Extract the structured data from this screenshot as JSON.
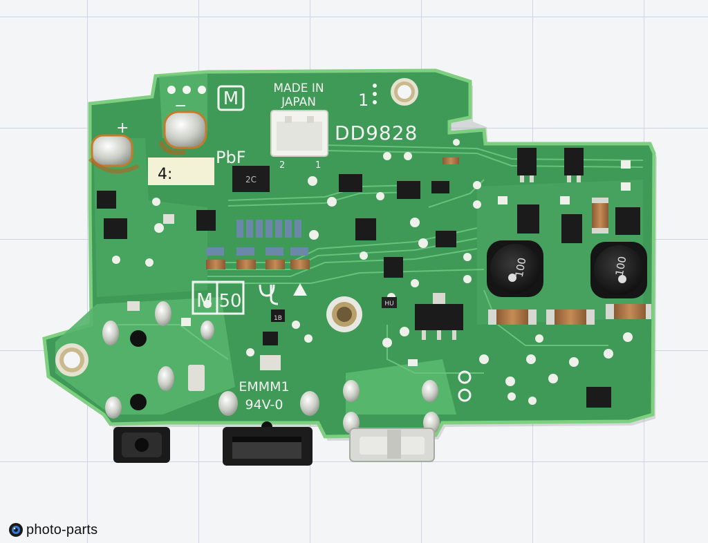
{
  "board": {
    "made_in_line1": "MADE IN",
    "made_in_line2": "JAPAN",
    "m_logo": "M",
    "pin_one": "1",
    "part_number": "DD9828",
    "pbf": "PbF",
    "connector_pin_2": "2",
    "connector_pin_1": "1",
    "label_4": "4:",
    "ic_code_2c": "2C",
    "m50_m": "M",
    "m50_num": "50",
    "cap_1b": "1B",
    "cap_hu": "HU",
    "emmm": "EMMM1",
    "flame_rating": "94V-0",
    "inductor_left": "100",
    "inductor_right": "100",
    "polarity_plus": "+",
    "polarity_minus": "−"
  },
  "watermark": {
    "text": "photo-parts"
  },
  "colors": {
    "background": "#f4f5f7",
    "grid": "#cfd3e6",
    "pcb": "#3f9a57",
    "pcb_edge": "#7fcf80",
    "silkscreen": "#f3f5f2",
    "solder": "#c9ccc4"
  }
}
